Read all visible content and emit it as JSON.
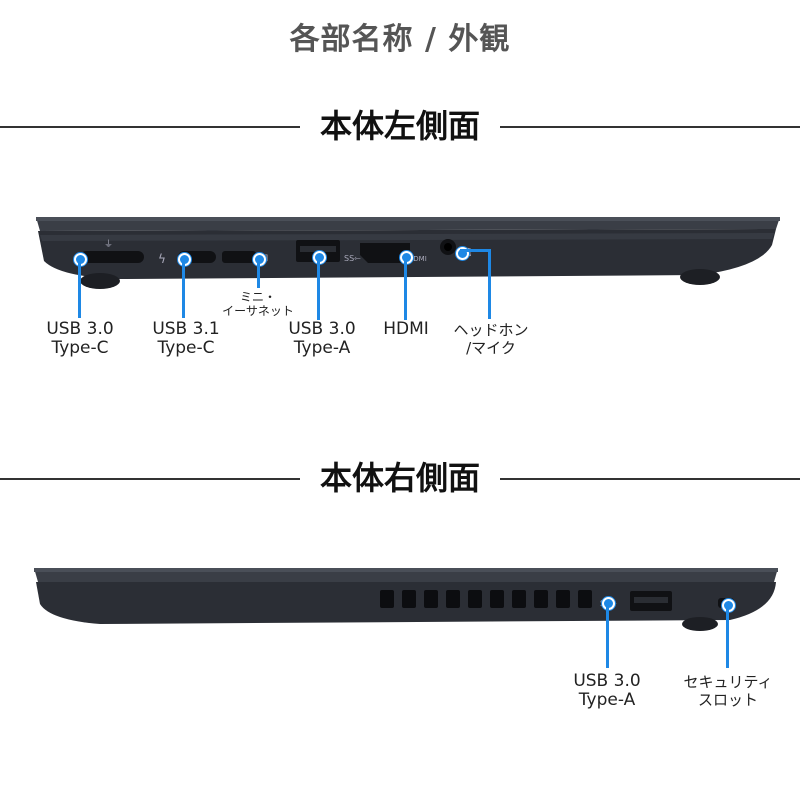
{
  "page": {
    "title": "各部名称 / 外観"
  },
  "left_side": {
    "heading": "本体左側面",
    "ports": [
      {
        "line1": "USB 3.0",
        "line2": "Type-C"
      },
      {
        "line1": "USB 3.1",
        "line2": "Type-C"
      },
      {
        "line1": "ミニ・",
        "line2": "イーサネット"
      },
      {
        "line1": "USB 3.0",
        "line2": "Type-A"
      },
      {
        "line1": "HDMI",
        "line2": ""
      },
      {
        "line1": "ヘッドホン",
        "line2": "/マイク"
      }
    ]
  },
  "right_side": {
    "heading": "本体右側面",
    "ports": [
      {
        "line1": "USB 3.0",
        "line2": "Type-A"
      },
      {
        "line1": "セキュリティ",
        "line2": "スロット"
      }
    ]
  },
  "colors": {
    "accent": "#1e88e5",
    "laptop_body": "#2e3138",
    "title_gray": "#555555"
  },
  "icons": {
    "left": [
      "usb-c-icon",
      "thunderbolt-icon",
      "ethernet-icon",
      "usb-ss-icon",
      "hdmi-icon",
      "headphone-icon"
    ],
    "right": [
      "usb-ss-icon",
      "lock-slot-icon"
    ]
  }
}
